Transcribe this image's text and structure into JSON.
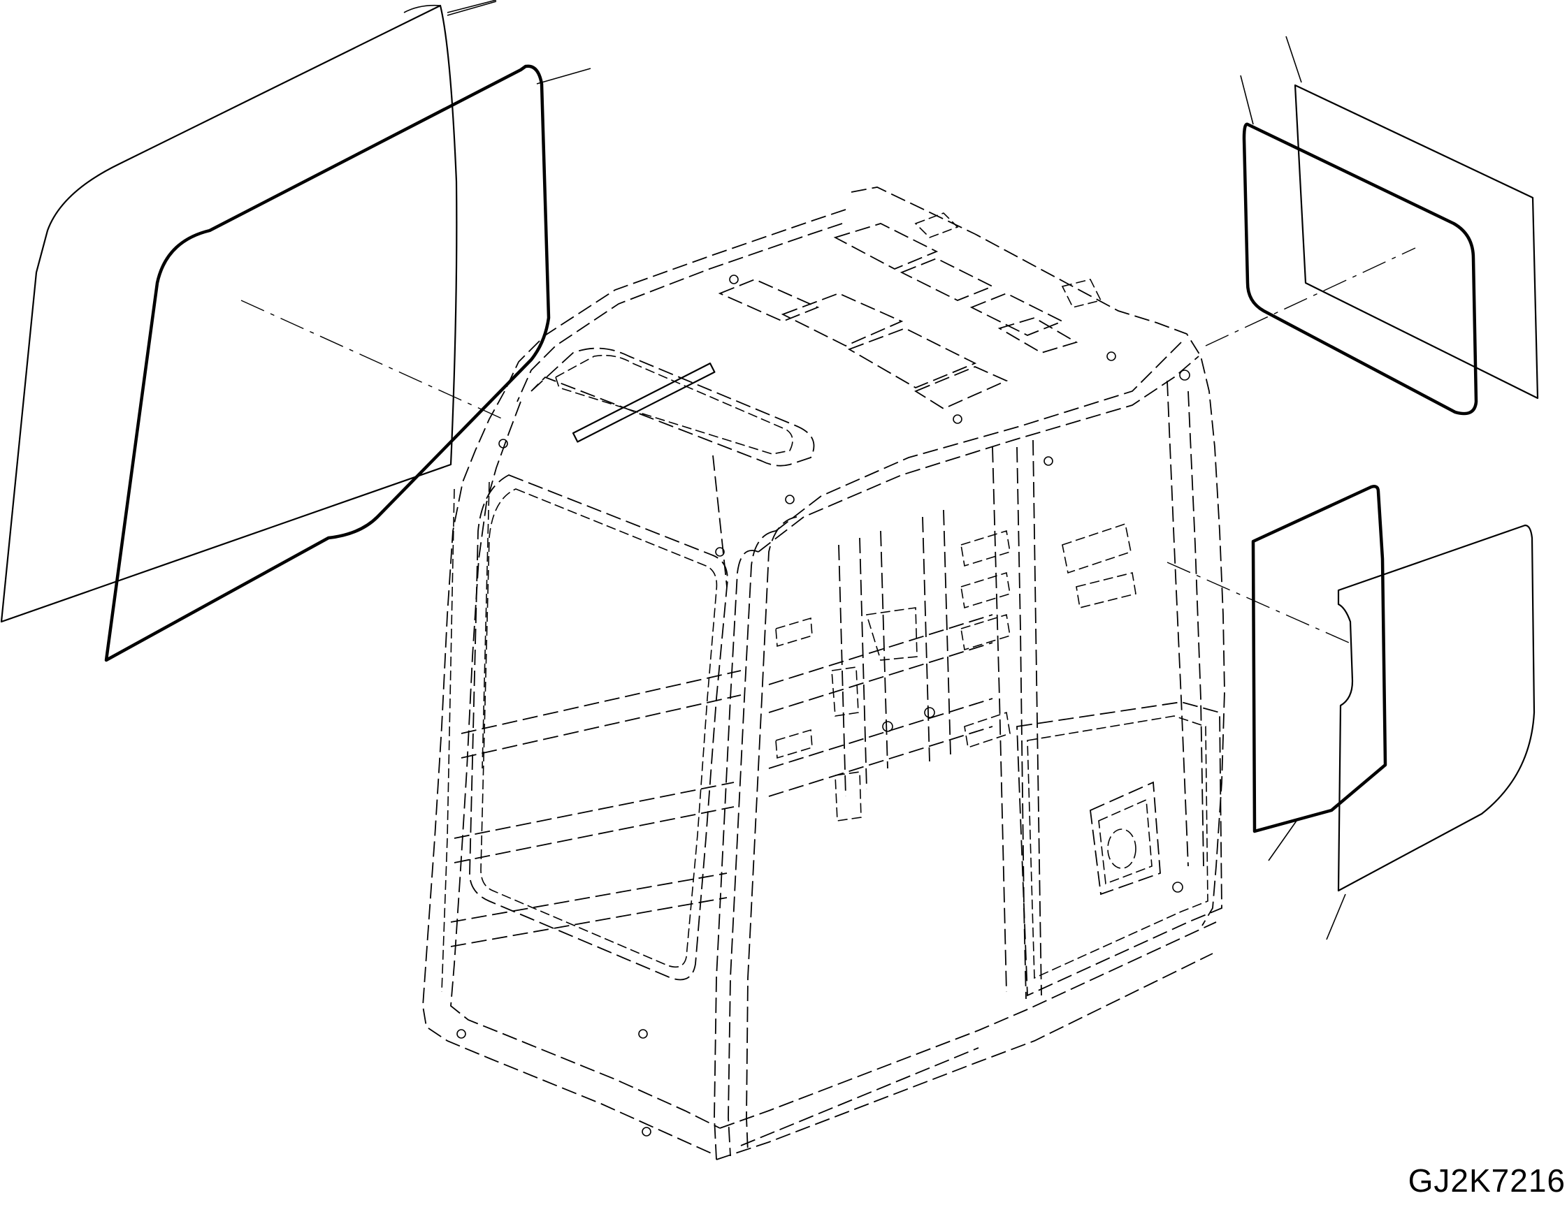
{
  "figure": {
    "id_label": "GJ2K7216"
  },
  "parts": [
    {
      "name": "left-side-glass"
    },
    {
      "name": "left-glass-seal"
    },
    {
      "name": "rear-glass-seal"
    },
    {
      "name": "rear-glass"
    },
    {
      "name": "right-lower-glass-seal"
    },
    {
      "name": "right-lower-glass"
    },
    {
      "name": "cab-frame"
    }
  ]
}
